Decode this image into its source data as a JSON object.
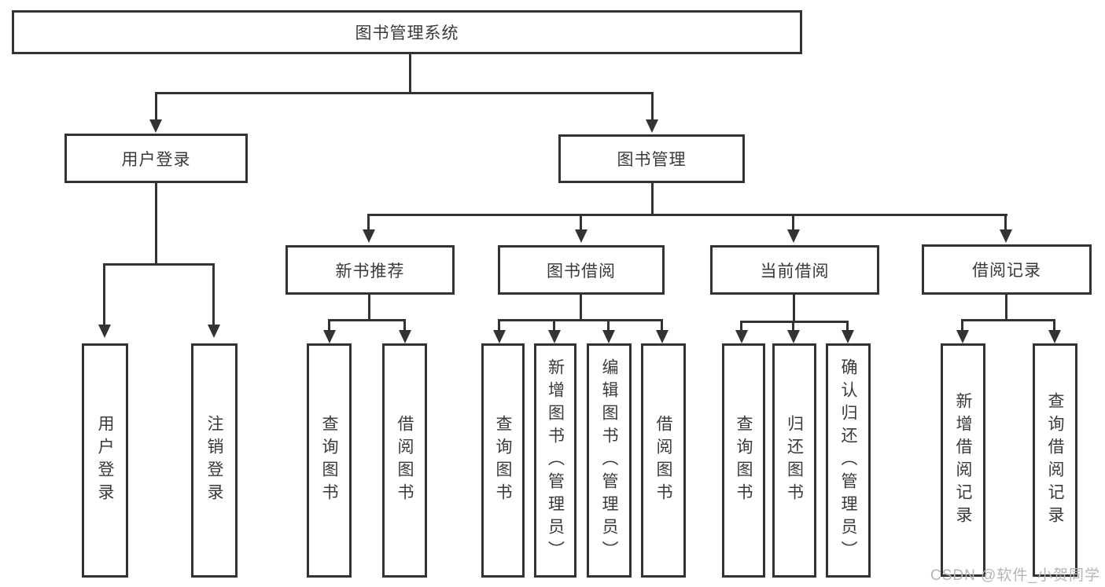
{
  "tree": {
    "root": {
      "label": "图书管理系统"
    },
    "branches": [
      {
        "label": "用户登录",
        "children": [
          {
            "label": "用户登录"
          },
          {
            "label": "注销登录"
          }
        ]
      },
      {
        "label": "图书管理",
        "modules": [
          {
            "label": "新书推荐",
            "children": [
              {
                "label": "查询图书"
              },
              {
                "label": "借阅图书"
              }
            ]
          },
          {
            "label": "图书借阅",
            "children": [
              {
                "label": "查询图书"
              },
              {
                "label": "新增图书（管理员）"
              },
              {
                "label": "编辑图书（管理员）"
              },
              {
                "label": "借阅图书"
              }
            ]
          },
          {
            "label": "当前借阅",
            "children": [
              {
                "label": "查询图书"
              },
              {
                "label": "归还图书"
              },
              {
                "label": "确认归还（管理员）"
              }
            ]
          },
          {
            "label": "借阅记录",
            "children": [
              {
                "label": "新增借阅记录"
              },
              {
                "label": "查询借阅记录"
              }
            ]
          }
        ]
      }
    ]
  },
  "watermark": {
    "text": "CSDN @软件_小贺同学"
  },
  "colors": {
    "line": "#333333",
    "text": "#3a3a3a",
    "watermark": "#b5b5b5",
    "background": "#ffffff"
  }
}
